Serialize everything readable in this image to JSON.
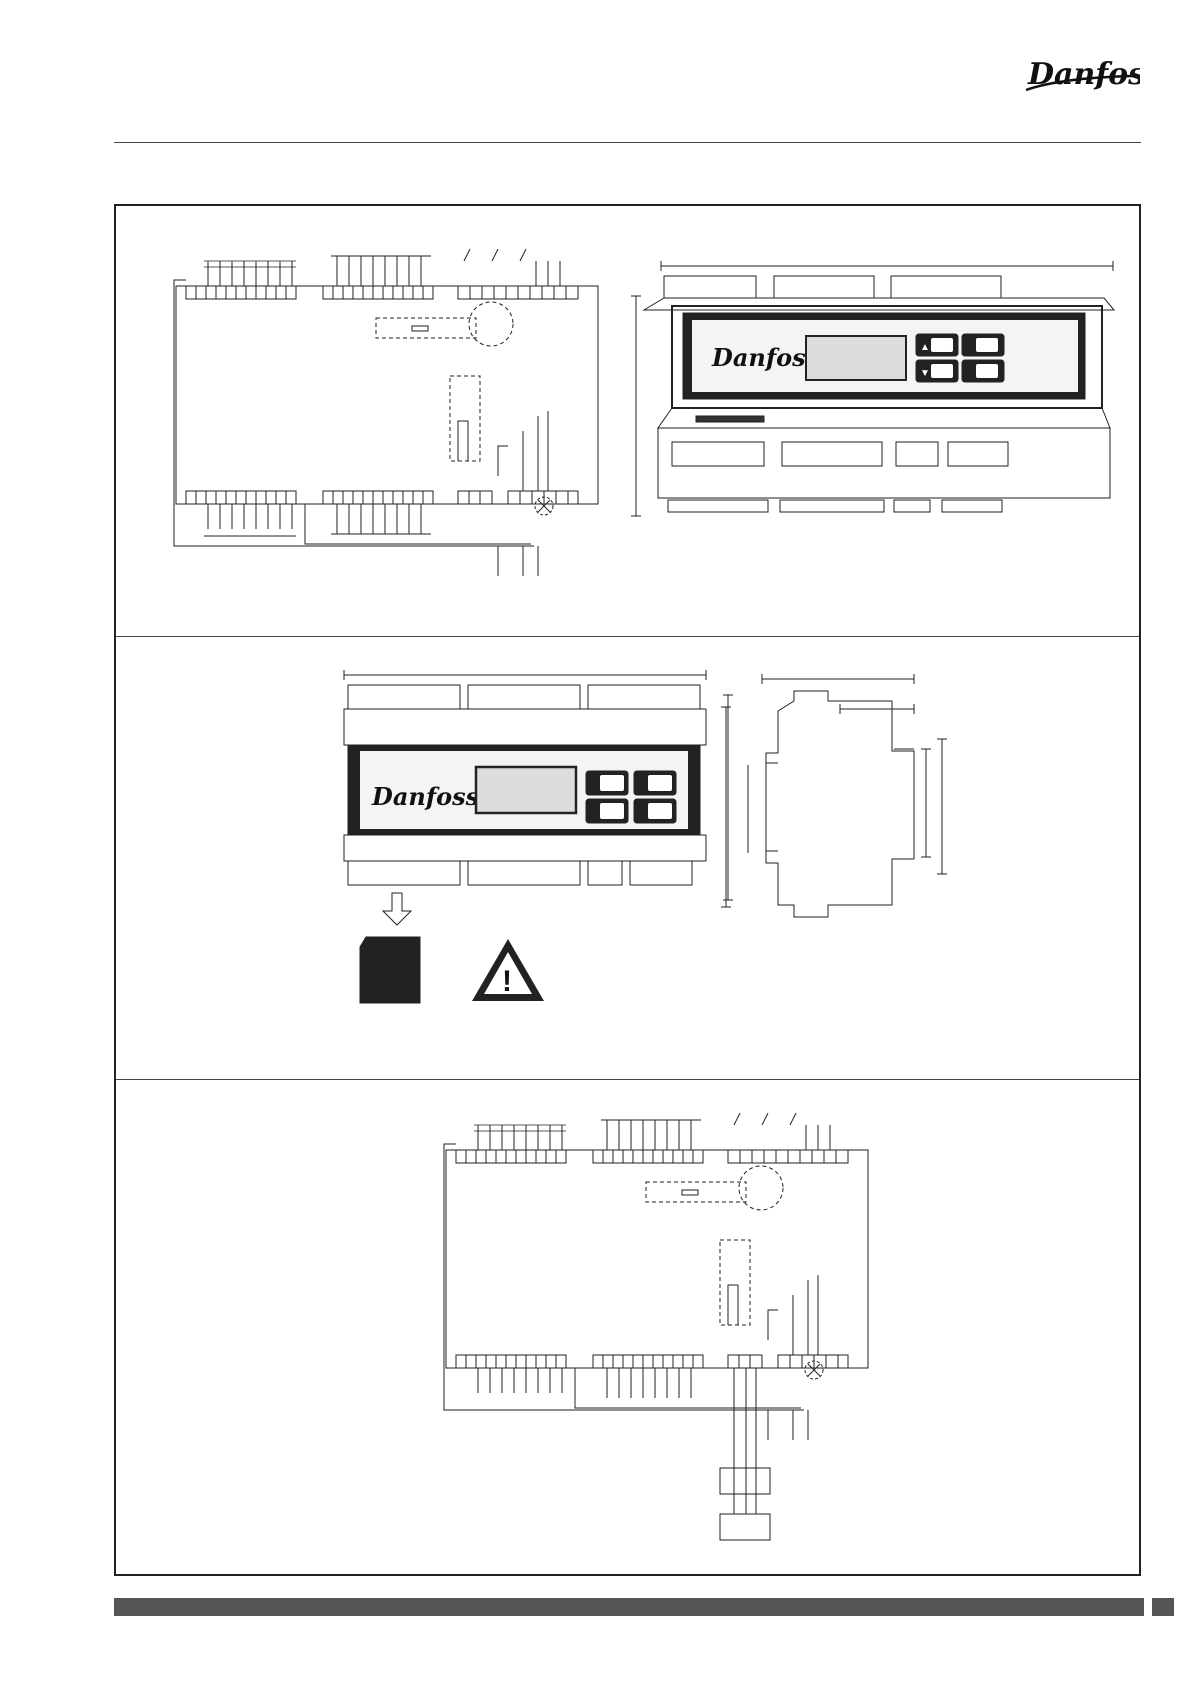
{
  "header": {
    "brand_logo_text": "Danfoss"
  },
  "panels": [
    {
      "id": "wiring-diagram-top",
      "kind": "wiring"
    },
    {
      "id": "mounting-dimensions",
      "kind": "dimensions"
    },
    {
      "id": "wiring-diagram-bottom",
      "kind": "wiring-with-sensor"
    }
  ],
  "device": {
    "display_brand": "Danfoss",
    "buttons": [
      {
        "name": "up-button",
        "symbol": "▲"
      },
      {
        "name": "plus-button",
        "symbol": "+"
      },
      {
        "name": "down-button",
        "symbol": "▼"
      },
      {
        "name": "minus-button",
        "symbol": "−"
      }
    ],
    "warning_symbol": "!"
  }
}
